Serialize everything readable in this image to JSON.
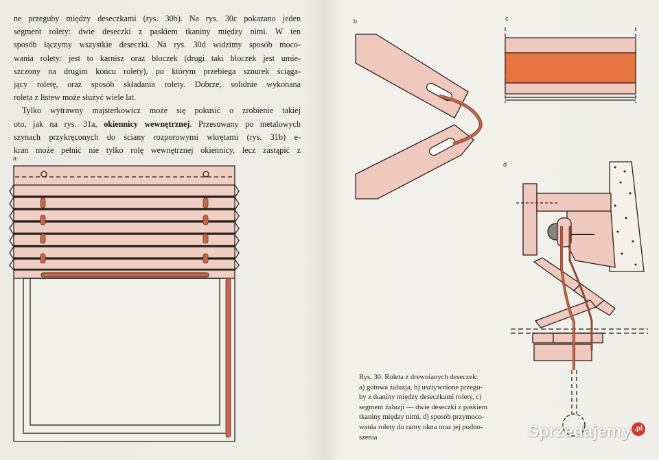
{
  "body_text": {
    "lines": [
      "ne przeguby między deseczkami (rys. 30b). Na rys. 30c pokazano jeden",
      "segment rolety: dwie deseczki z paskiem tkaniny między nimi. W ten",
      "sposób łączymy wszystkie deseczki. Na rys. 30d widzimy sposób moco-",
      "wania rolety: jest to karnisz oraz bloczek (drugi taki bloczek jest umie-",
      "szczony na drugim końcu rolety), po którym przebiega sznurek ściąga-",
      "jący roletę, oraz sposób składania rolety. Dobrze, solidnie wykonana",
      "roleta z listew może służyć wiele lat."
    ],
    "p2_pre": "Tylko wytrawny majsterkowicz może się pokusić o zrobienie takiej",
    "p2_line2_pre": "oto, jak na rys. 31a, ",
    "p2_bold": "okiennicy wewnętrznej",
    "p2_line2_post": ". Przesuwany po metalowych",
    "p2_line3": "szynach przykręconych do ściany rozporowymi wkrętami (rys. 31b) e-",
    "p2_line4": "kran może pełnić nie tylko rolę wewnętrznej okiennicy, lecz zastąpić z"
  },
  "figure_labels": {
    "a": "a",
    "b": "b",
    "c": "c",
    "d": "d"
  },
  "caption": {
    "lines": [
      "Rys. 30. Roleta z drewnianych deseczek:",
      "a) gotowa żaluzja, b) usztywnione przegu-",
      "by z tkaniny między deseczkami rolety, c)",
      "segment żaluzji — dwie deseczki z paskiem",
      "tkaniny między nimi, d) sposób przymoco-",
      "wania rolety do ramy okna oraz jej podno-",
      "szenia"
    ]
  },
  "watermark": {
    "text": "Sprzedajemy",
    "suffix": ".pl"
  },
  "colors": {
    "wood_fill": "#efc9bd",
    "wood_stroke": "#2a1f1c",
    "fabric_orange": "#e8743f",
    "cord": "#b8654a"
  }
}
